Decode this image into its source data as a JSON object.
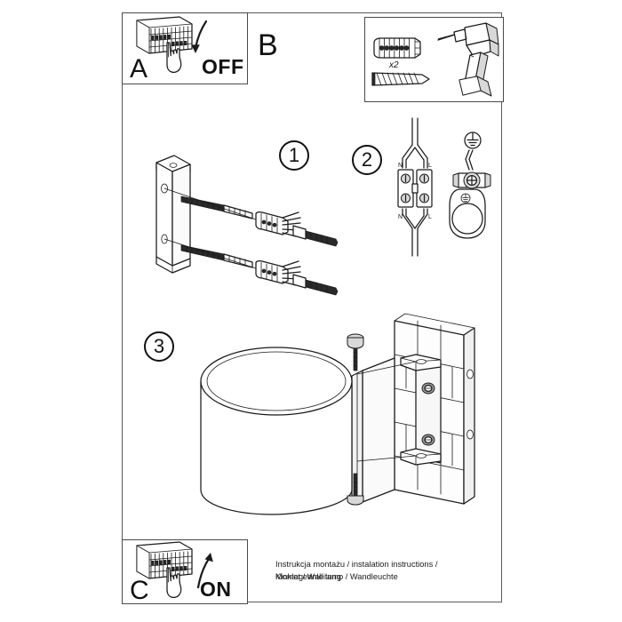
{
  "document": {
    "type": "installation-instruction-sheet",
    "caption_line1": "Instrukcja montażu / instalation instructions / Montageanleitung",
    "caption_line2": "Kinkiet / Wall lamp / Wandleuchte"
  },
  "panels": {
    "a": {
      "letter": "A",
      "action_label": "OFF",
      "icon": "circuit-breaker-panel-icon",
      "hand_icon": "hand-pointing-icon",
      "arrow": "curved-arrow-down-icon"
    },
    "b": {
      "letter": "B",
      "tools": {
        "wall_plug": "wall-plug-icon",
        "screw": "screw-icon",
        "quantity": "x2",
        "drill": "power-drill-icon"
      }
    },
    "c": {
      "letter": "C",
      "action_label": "ON",
      "icon": "circuit-breaker-panel-icon",
      "hand_icon": "hand-pointing-icon",
      "arrow": "curved-arrow-up-icon"
    }
  },
  "steps": [
    {
      "number": "1",
      "name": "mount-bracket-step",
      "icon": "bracket-with-screws-icon"
    },
    {
      "number": "2",
      "name": "wiring-step",
      "icon": "terminal-block-icon",
      "terminals": {
        "top_left": "N",
        "top_right": "L",
        "bottom_left": "N",
        "bottom_right": "L"
      },
      "earth_symbol": "earth-ground-icon"
    },
    {
      "number": "3",
      "name": "attach-lamp-step",
      "icon": "cylinder-lamp-on-wall-icon"
    }
  ],
  "colors": {
    "stroke": "#1b1b1b",
    "border": "#4a4a4a",
    "sheet_border": "#5a5a5a",
    "background": "#ffffff",
    "metal": "#9a9a9a",
    "dark": "#2a2a2a"
  }
}
